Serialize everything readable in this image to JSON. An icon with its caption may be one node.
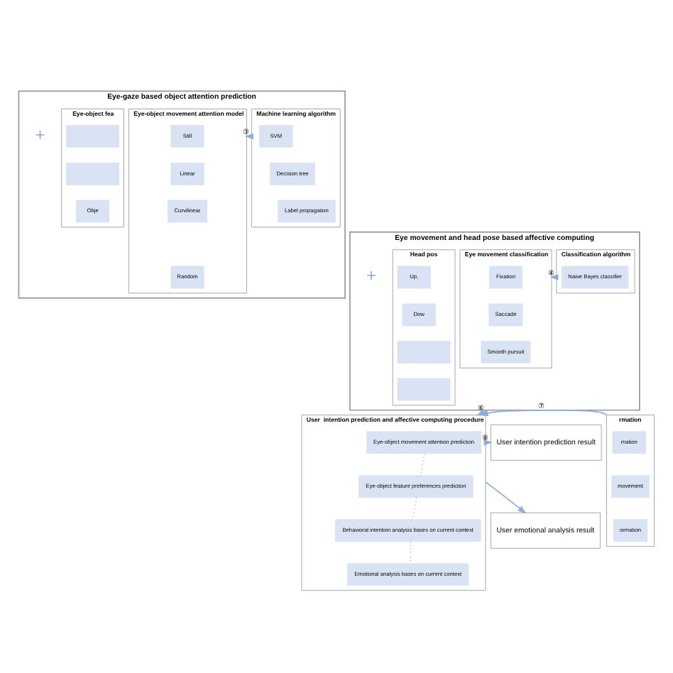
{
  "diagram": {
    "nodes": [
      {
        "text": [
          "Eye-gaze based object attention prediction"
        ]
      },
      {
        "text": [
          "Machine learning algorithm"
        ],
        "in": 0
      },
      {
        "text": [
          "SVM"
        ],
        "in": 1
      },
      {
        "text": [
          "Decision tree"
        ],
        "in": 1
      },
      {
        "text": [
          "Label propagation"
        ],
        "in": 1
      },
      {
        "text": [
          "Eye-object movement attention model"
        ],
        "in": 0
      },
      {
        "text": [
          "Still"
        ],
        "in": 5
      },
      {
        "text": [
          "Linear"
        ],
        "in": 5
      },
      {
        "text": [
          "Curvilinear"
        ],
        "in": 5
      },
      {
        "text": [
          "Random"
        ],
        "in": 5
      },
      {
        "text": [
          "Eye-object fea"
        ],
        "in": 0
      },
      {
        "text": [],
        "shape": "box",
        "in": 10
      },
      {
        "text": [],
        "shape": "box",
        "in": 10
      },
      {
        "text": [
          "Obje"
        ],
        "in": 10
      },
      {
        "text": [
          "Eye movement and head pose based affective computing"
        ]
      },
      {
        "text": [
          "Classification algorithm"
        ],
        "in": 14
      },
      {
        "text": [
          "Naive Bayes classifier"
        ],
        "in": 15
      },
      {
        "text": [
          "Eye movement classification"
        ],
        "in": 14
      },
      {
        "text": [
          "Fixation"
        ],
        "in": 17
      },
      {
        "text": [
          "Saccade"
        ],
        "in": 17
      },
      {
        "text": [
          "Smooth pursuit"
        ],
        "in": 17
      },
      {
        "text": [
          "Head pos"
        ],
        "in": 14
      },
      {
        "text": [
          "Up,"
        ],
        "in": 21
      },
      {
        "text": [
          "Dow"
        ],
        "in": 21
      },
      {
        "text": [],
        "shape": "box",
        "in": 21
      },
      {
        "text": [],
        "shape": "box",
        "in": 21
      },
      {
        "text": [
          "rmation"
        ]
      },
      {
        "text": [
          "mation"
        ],
        "in": 26
      },
      {
        "text": [
          "movement"
        ],
        "in": 26
      },
      {
        "text": [
          "ormation"
        ],
        "in": 26
      },
      {
        "text": [
          "User  intention prediction and affective computing procedure"
        ]
      },
      {
        "text": [
          "Eye-object movement attention prediction"
        ],
        "in": 30
      },
      {
        "text": [
          "Eye-object feature preferences prediction"
        ],
        "in": 30
      },
      {
        "text": [
          "Behavioral intention analysis bases on current context"
        ],
        "in": 30
      },
      {
        "text": [
          "Emotional analysis bases on current context"
        ],
        "in": 30
      },
      {
        "text": [
          "User intention prediction result"
        ]
      },
      {
        "text": [
          "User emotional analysis result"
        ]
      }
    ],
    "edges": [
      {
        "from": 1,
        "to": 5,
        "arrow": "to",
        "label": "③"
      },
      {
        "from": 15,
        "to": 17,
        "arrow": "to",
        "label": "④"
      },
      {
        "from": 14,
        "to": 30,
        "arrow": "to",
        "label": "⑥"
      },
      {
        "from": 26,
        "to": 30,
        "arrow": "to",
        "label": "⑦"
      },
      {
        "from": 30,
        "to": 35,
        "arrow": "to",
        "label": "⑧"
      },
      {
        "from": 30,
        "to": 36,
        "arrow": "to"
      },
      {
        "from": 31,
        "to": 32,
        "arrow": "none",
        "style": "dashed",
        "color": "#555555"
      },
      {
        "from": 32,
        "to": 33,
        "arrow": "none",
        "style": "dashed",
        "color": "#555555"
      },
      {
        "from": 33,
        "to": 34,
        "arrow": "none",
        "style": "dashed",
        "color": "#555555"
      }
    ],
    "labels": [
      "+",
      "+"
    ]
  }
}
